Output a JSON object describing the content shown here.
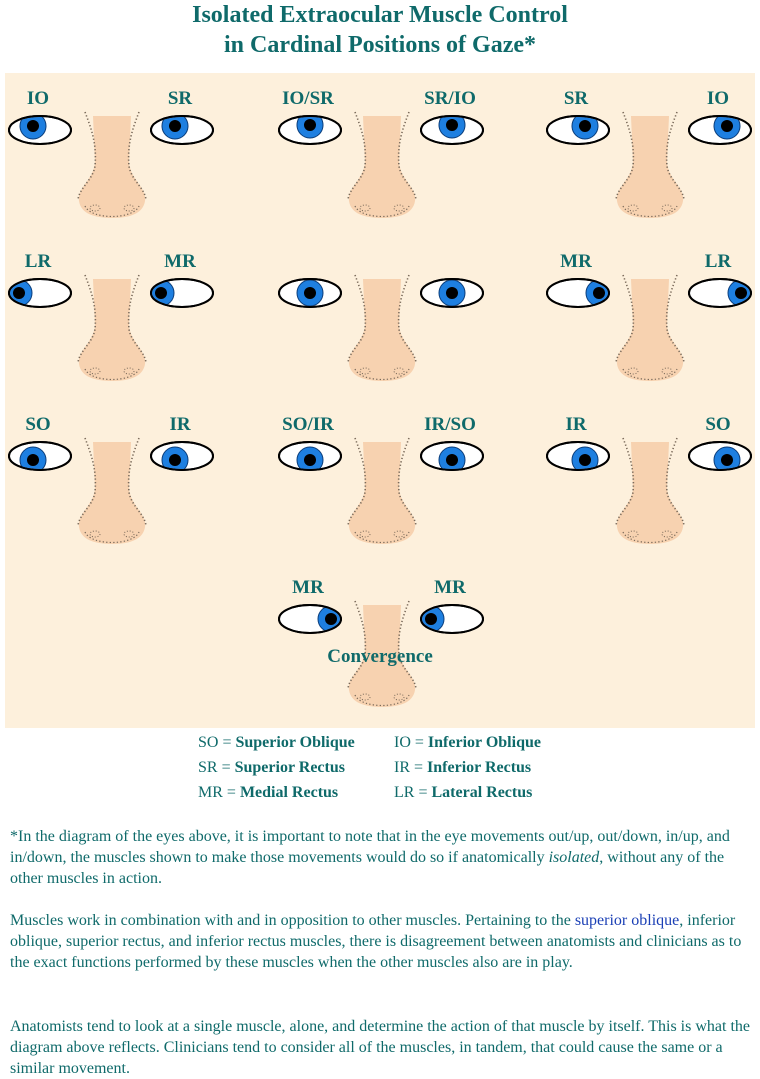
{
  "title": {
    "line1": "Isolated Extraocular Muscle Control",
    "line2": "in Cardinal Positions of Gaze*"
  },
  "faces": [
    {
      "id": "up-right",
      "left_label": "IO",
      "right_label": "SR",
      "gaze": "up-right"
    },
    {
      "id": "up",
      "left_label": "IO/SR",
      "right_label": "SR/IO",
      "gaze": "up"
    },
    {
      "id": "up-left",
      "left_label": "SR",
      "right_label": "IO",
      "gaze": "up-left"
    },
    {
      "id": "right",
      "left_label": "LR",
      "right_label": "MR",
      "gaze": "right"
    },
    {
      "id": "center",
      "left_label": "",
      "right_label": "",
      "gaze": "center"
    },
    {
      "id": "left",
      "left_label": "MR",
      "right_label": "LR",
      "gaze": "left"
    },
    {
      "id": "down-right",
      "left_label": "SO",
      "right_label": "IR",
      "gaze": "down-right"
    },
    {
      "id": "down",
      "left_label": "SO/IR",
      "right_label": "IR/SO",
      "gaze": "down"
    },
    {
      "id": "down-left",
      "left_label": "IR",
      "right_label": "SO",
      "gaze": "down-left"
    },
    {
      "id": "convergence",
      "left_label": "MR",
      "right_label": "MR",
      "gaze": "convergence",
      "caption": "Convergence"
    }
  ],
  "legend": [
    {
      "abbr": "SO",
      "name": "Superior Oblique"
    },
    {
      "abbr": "IO",
      "name": "Inferior Oblique"
    },
    {
      "abbr": "SR",
      "name": "Superior Rectus"
    },
    {
      "abbr": "IR",
      "name": "Inferior Rectus"
    },
    {
      "abbr": "MR",
      "name": "Medial Rectus"
    },
    {
      "abbr": "LR",
      "name": "Lateral Rectus"
    }
  ],
  "legend_separator": " = ",
  "notes": {
    "p1_a": "*In the diagram of the eyes above, it is important to note that in the eye movements out/up, out/down, in/up, and in/down, the muscles shown to make those movements would do so if anatomically ",
    "p1_em": "isolated",
    "p1_b": ", without any of the other muscles in action.",
    "p2_a": "Muscles work in combination with and in opposition to other muscles.  Pertaining to the ",
    "p2_hl": "superior oblique",
    "p2_b": ", inferior oblique, superior rectus, and inferior rectus muscles, there is disagreement between anatomists and clinicians as to the exact functions performed by these muscles when the other muscles also are in play.",
    "p3": "Anatomists tend to look at a single muscle, alone, and determine the action of that muscle by itself.  This is what the diagram above reflects.  Clinicians tend to consider all of the muscles, in tandem, that could cause the same or a similar movement."
  },
  "colors": {
    "title": "#0f6a6a",
    "panel": "#fdf0dc",
    "iris": "#1e7fe0",
    "pupil": "#000000",
    "nose": "#f7d2b0",
    "link": "#1a3fb5"
  }
}
